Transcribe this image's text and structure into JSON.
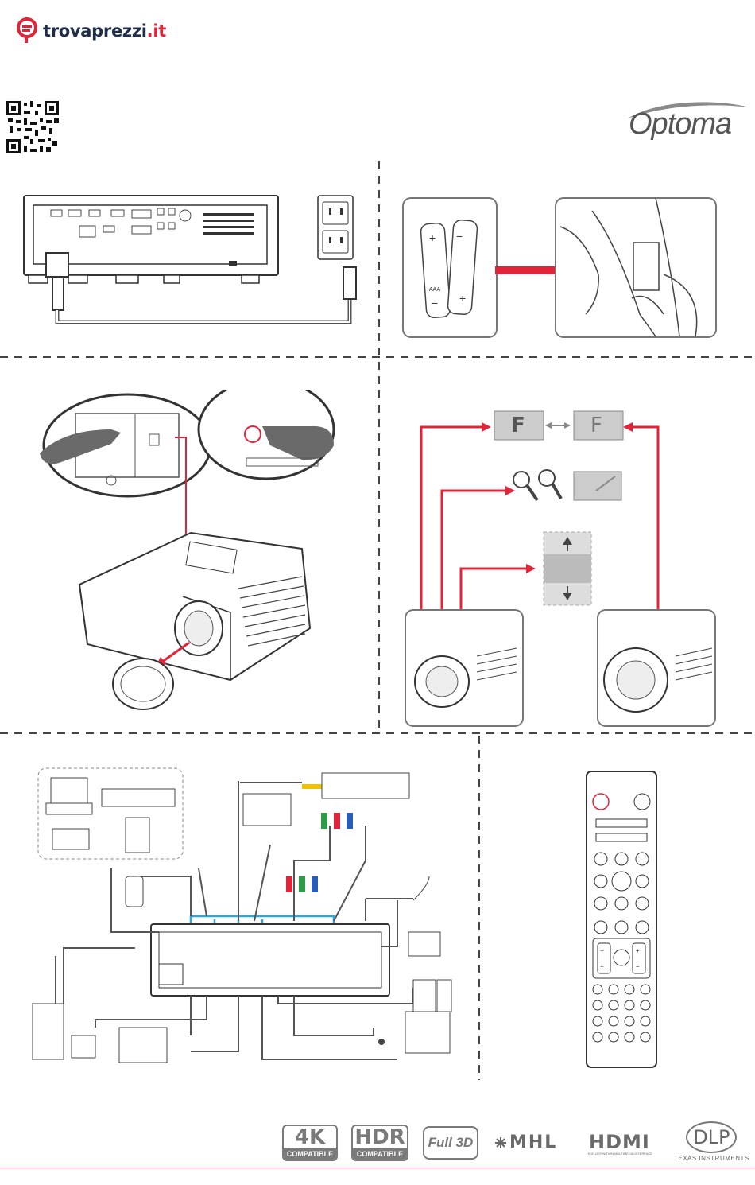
{
  "header": {
    "brand_name": "trovaprezzi",
    "brand_tld": ".it",
    "manufacturer_logo": "Optoma",
    "qr_code": "qr-code-icon"
  },
  "panels": {
    "power_connection": "power-cable-diagram",
    "battery_install": {
      "battery_label": "AAA",
      "plus": "+",
      "minus": "−"
    },
    "power_on": "power-button-diagram",
    "lens_adjust": {
      "focus_letter_1": "F",
      "focus_letter_2": "F"
    },
    "connections": "connection-diagram",
    "remote": {
      "plus": "+",
      "minus": "−"
    }
  },
  "footer_logos": {
    "k4_big": "4K",
    "k4_small": "COMPATIBLE",
    "hdr_big": "HDR",
    "hdr_small": "COMPATIBLE",
    "full3d": "Full 3D",
    "mhl": "MHL",
    "hdmi": "HDMI",
    "hdmi_tag": "HIGH-DEFINITION MULTIMEDIA INTERFACE",
    "dlp": "DLP",
    "ti": "TEXAS INSTRUMENTS"
  },
  "colors": {
    "accent_red": "#e0243a",
    "brand_navy": "#1e2e4a",
    "cable_blue": "#2aa7df",
    "line_gray": "#555555"
  }
}
